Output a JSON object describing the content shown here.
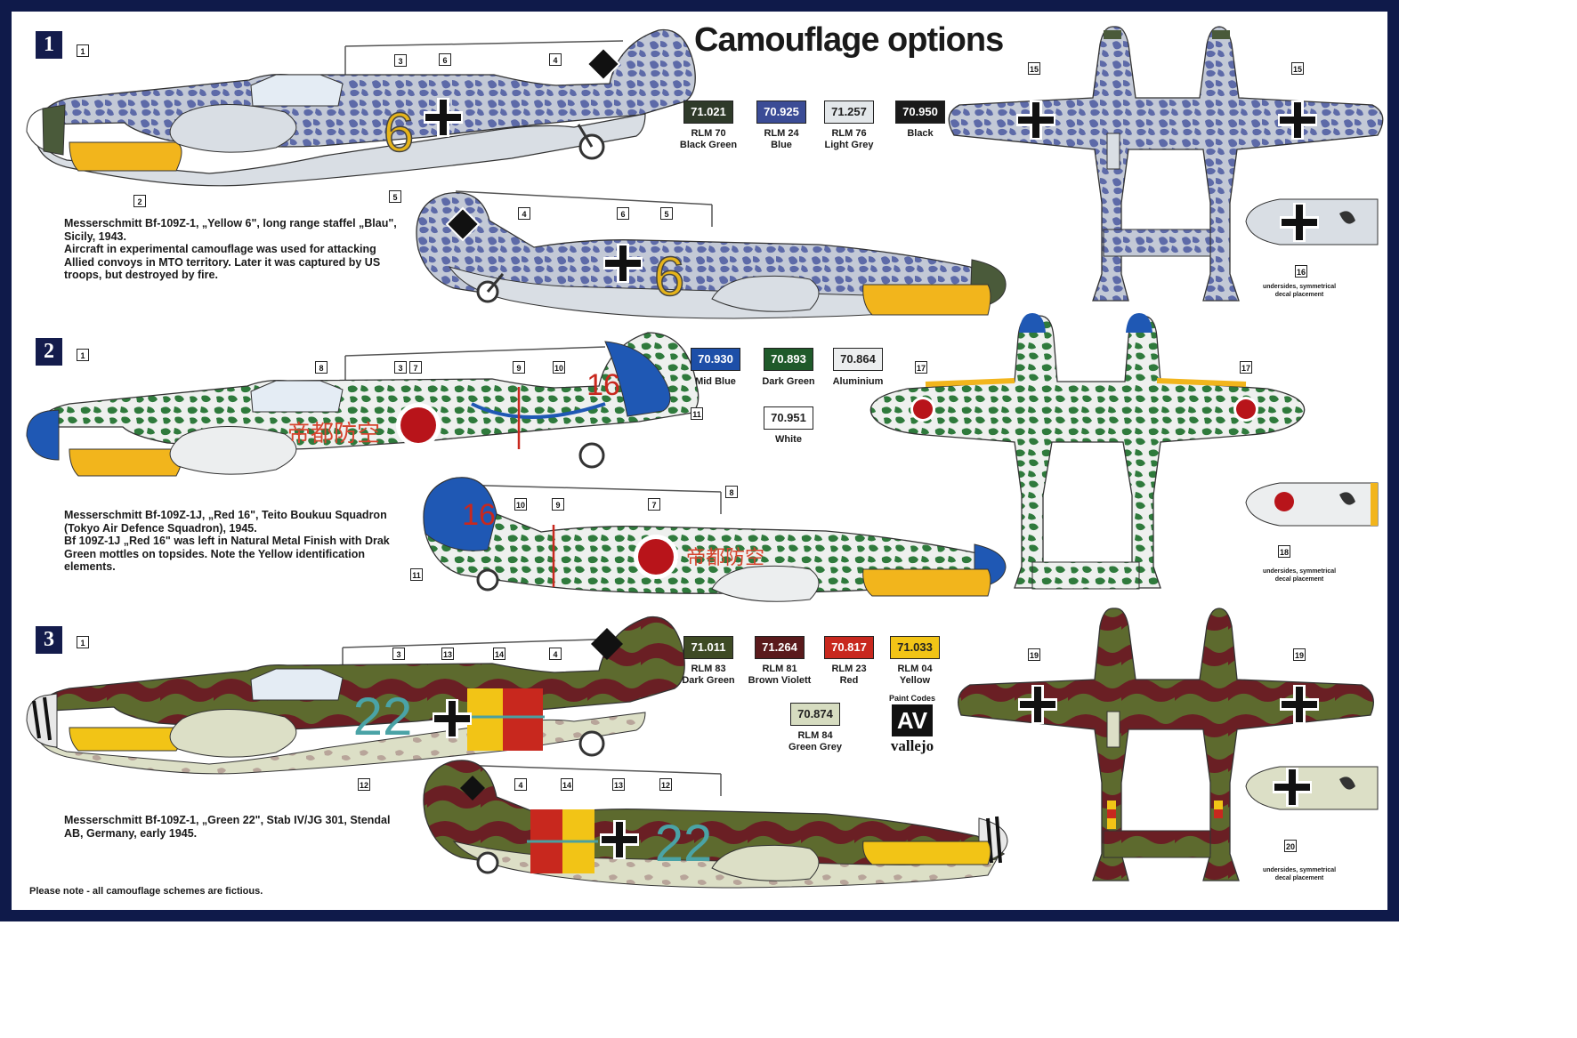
{
  "title": "Camouflage options",
  "options": [
    {
      "number": "1",
      "description_lines": [
        "Messerschmitt Bf-109Z-1, „Yellow 6\", long range staffel „Blau\",",
        "Sicily, 1943.",
        "Aircraft in experimental camouflage was used for attacking",
        "Allied convoys in MTO territory. Later it was captured by US",
        "troops, but destroyed by fire."
      ]
    },
    {
      "number": "2",
      "description_lines": [
        "Messerschmitt Bf-109Z-1J, „Red 16\", Teito Boukuu Squadron",
        "(Tokyo Air Defence Squadron), 1945.",
        "Bf 109Z-1J „Red 16\" was left in Natural Metal Finish with Drak",
        "Green mottles on topsides. Note the Yellow identification",
        "elements."
      ]
    },
    {
      "number": "3",
      "description_lines": [
        "Messerschmitt Bf-109Z-1, „Green 22\", Stab IV/JG 301, Stendal",
        "AB, Germany, early 1945."
      ]
    }
  ],
  "paints_1": [
    {
      "code": "71.021",
      "name_lines": [
        "RLM 70",
        "Black Green"
      ],
      "color": "#2f3a2a",
      "text_color": "#ffffff"
    },
    {
      "code": "70.925",
      "name_lines": [
        "RLM 24",
        "Blue"
      ],
      "color": "#3b4c96",
      "text_color": "#ffffff"
    },
    {
      "code": "71.257",
      "name_lines": [
        "RLM 76",
        "Light Grey"
      ],
      "color": "#e3e7ea",
      "text_color": "#222222"
    },
    {
      "code": "70.950",
      "name_lines": [
        "Black"
      ],
      "color": "#1a1a1a",
      "text_color": "#ffffff"
    }
  ],
  "paints_2": [
    {
      "code": "70.930",
      "name_lines": [
        "Mid Blue"
      ],
      "color": "#1d4fa8",
      "text_color": "#ffffff"
    },
    {
      "code": "70.893",
      "name_lines": [
        "Dark Green"
      ],
      "color": "#1f5a2a",
      "text_color": "#ffffff"
    },
    {
      "code": "70.864",
      "name_lines": [
        "Aluminium"
      ],
      "color": "#eceeef",
      "text_color": "#222222"
    },
    {
      "code": "70.951",
      "name_lines": [
        "White"
      ],
      "color": "#ffffff",
      "text_color": "#222222"
    }
  ],
  "paints_3": [
    {
      "code": "71.011",
      "name_lines": [
        "RLM 83",
        "Dark Green"
      ],
      "color": "#3e4a24",
      "text_color": "#ffffff"
    },
    {
      "code": "71.264",
      "name_lines": [
        "RLM 81",
        "Brown Violett"
      ],
      "color": "#5a1a1c",
      "text_color": "#ffffff"
    },
    {
      "code": "70.817",
      "name_lines": [
        "RLM 23",
        "Red"
      ],
      "color": "#c8281e",
      "text_color": "#ffffff"
    },
    {
      "code": "71.033",
      "name_lines": [
        "RLM 04",
        "Yellow"
      ],
      "color": "#f2c416",
      "text_color": "#222222"
    },
    {
      "code": "70.874",
      "name_lines": [
        "RLM 84",
        "Green Grey"
      ],
      "color": "#d6dcc0",
      "text_color": "#222222"
    }
  ],
  "paint_brand": {
    "label": "Paint Codes",
    "logo": "AV",
    "name": "vallejo"
  },
  "aircraft_markings": {
    "yellow_6": "6",
    "red_16": "16",
    "green_22": "22",
    "kanji": "帝都防空"
  },
  "underside_note": [
    "undersides, symmetrical",
    "decal placement"
  ],
  "decal_callouts": {
    "s1_top": [
      "1",
      "3",
      "6",
      "4",
      "2",
      "5"
    ],
    "s1_bottom": [
      "4",
      "6",
      "5"
    ],
    "s1_plan": [
      "15",
      "15",
      "16"
    ],
    "s2_top": [
      "1",
      "8",
      "3",
      "7",
      "9",
      "10",
      "11"
    ],
    "s2_bottom": [
      "10",
      "9",
      "7",
      "8",
      "11"
    ],
    "s2_plan": [
      "17",
      "17",
      "18"
    ],
    "s3_top": [
      "1",
      "3",
      "13",
      "14",
      "4",
      "12"
    ],
    "s3_bottom": [
      "4",
      "14",
      "13",
      "12"
    ],
    "s3_plan": [
      "19",
      "19",
      "20"
    ]
  },
  "footnote": "Please note - all camouflage schemes are fictious.",
  "colors": {
    "frame": "#0f1a4a",
    "number_box": "#141c4c"
  }
}
